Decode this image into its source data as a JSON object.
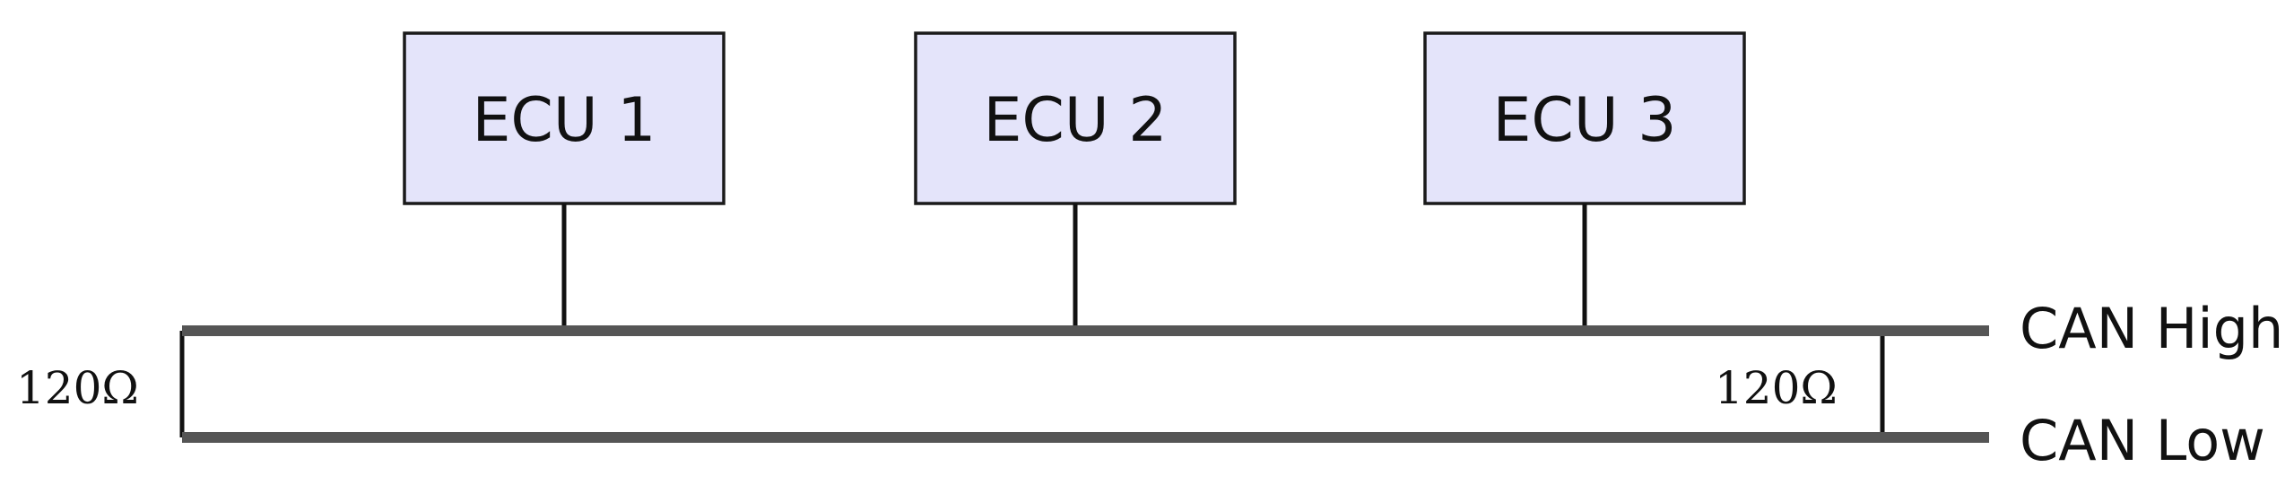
{
  "ecus": [
    {
      "label": "ECU 1"
    },
    {
      "label": "ECU 2"
    },
    {
      "label": "ECU 3"
    }
  ],
  "bus": {
    "high_label": "CAN High",
    "low_label": "CAN Low",
    "line_color": "#555555"
  },
  "terminations": [
    {
      "label": "120Ω"
    },
    {
      "label": "120Ω"
    }
  ],
  "colors": {
    "ecu_fill": "#e4e4fa",
    "ecu_stroke": "#1a1a1a"
  }
}
